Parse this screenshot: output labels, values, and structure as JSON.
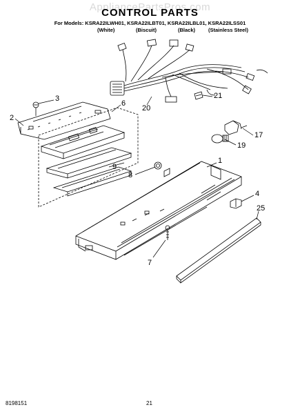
{
  "header": {
    "watermark": "AppliancePartsPros.com",
    "title": "CONTROL PARTS",
    "models_line": "For Models: KSRA22ILWH01, KSRA22ILBT01, KSRA22ILBL01, KSRA22ILSS01",
    "variants": [
      "(White)",
      "(Biscuit)",
      "(Black)",
      "(Stainless Steel)"
    ]
  },
  "callouts": [
    "3",
    "2",
    "6",
    "20",
    "21",
    "17",
    "19",
    "1",
    "8",
    "9",
    "4",
    "25",
    "7"
  ],
  "footer": {
    "doc_number": "8198151",
    "page_number": "21"
  }
}
